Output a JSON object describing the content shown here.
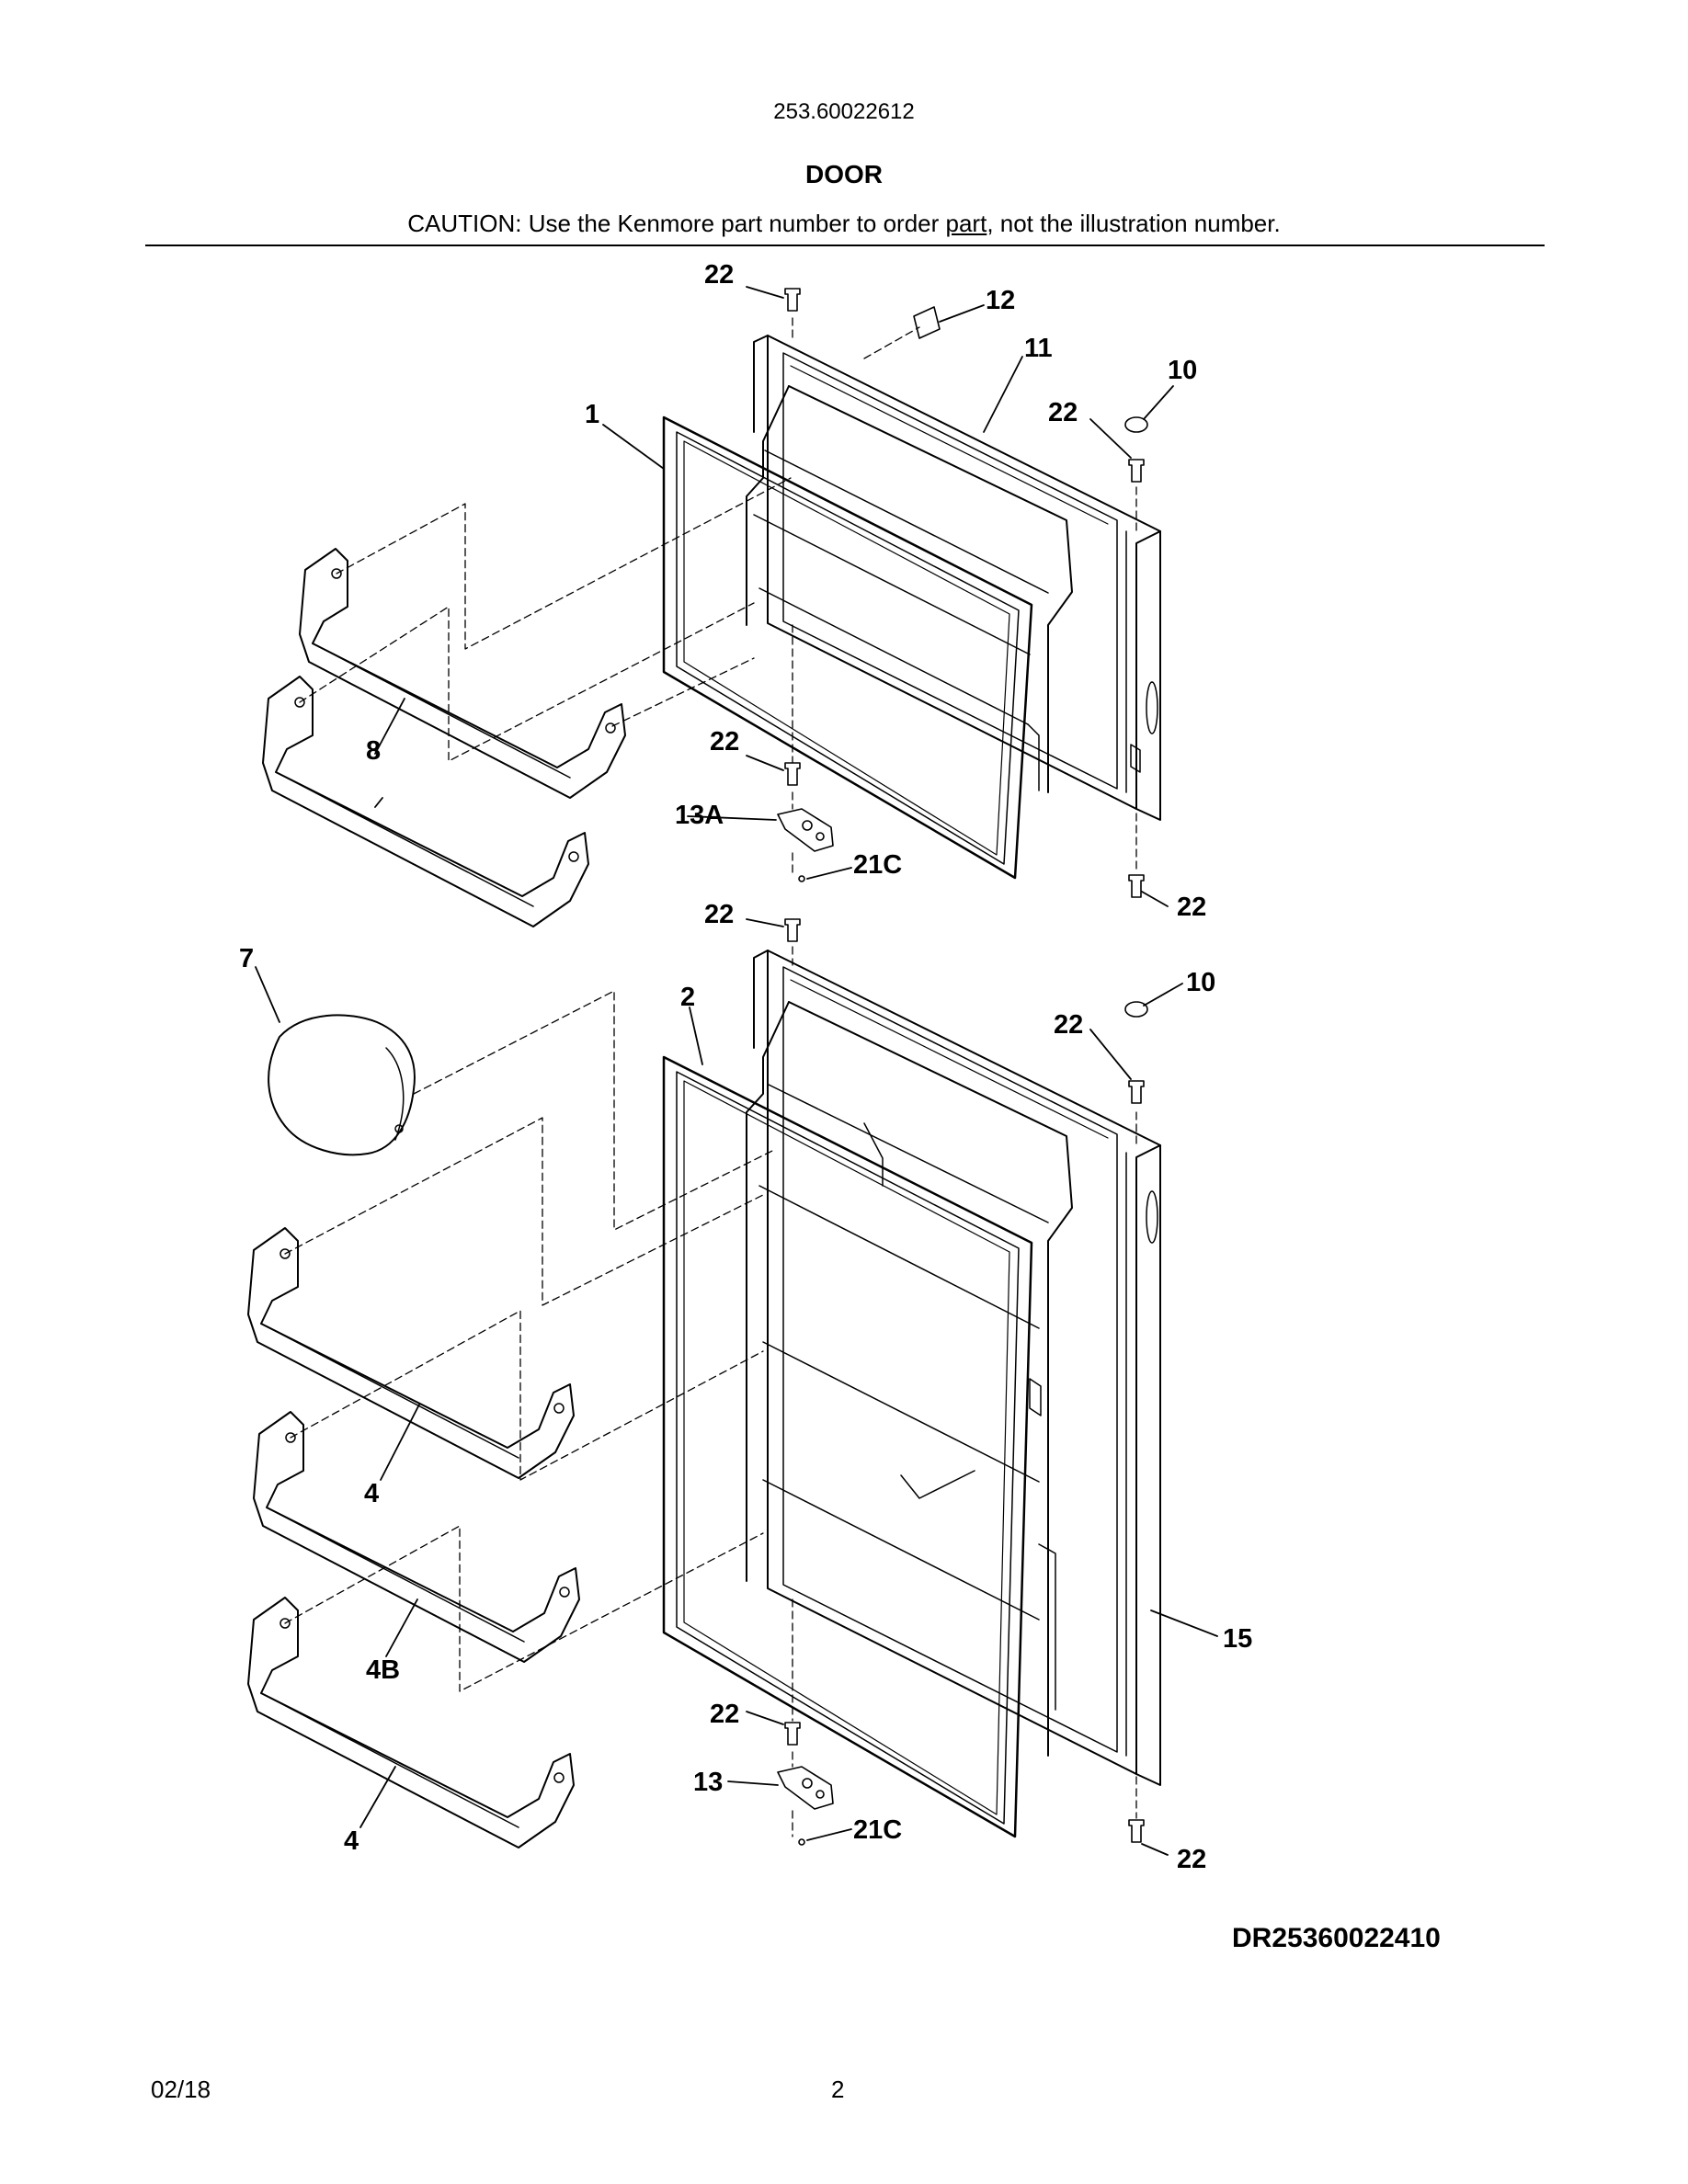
{
  "header": {
    "model": "253.60022612",
    "title": "DOOR",
    "caution_before": "CAUTION: Use the Kenmore part number to order ",
    "caution_underlined": "part",
    "caution_after": ", not the illustration number."
  },
  "callouts": {
    "c1": "1",
    "c2": "2",
    "c4a": "4",
    "c4b": "4",
    "c4B": "4B",
    "c7": "7",
    "c8": "8",
    "c10a": "10",
    "c10b": "10",
    "c11": "11",
    "c12": "12",
    "c13": "13",
    "c13A": "13A",
    "c15": "15",
    "c21Ca": "21C",
    "c21Cb": "21C",
    "c22a": "22",
    "c22b": "22",
    "c22c": "22",
    "c22d": "22",
    "c22e": "22",
    "c22f": "22",
    "c22g": "22",
    "c22h": "22"
  },
  "drawing_id": "DR25360022410",
  "footer": {
    "date": "02/18",
    "page": "2"
  }
}
